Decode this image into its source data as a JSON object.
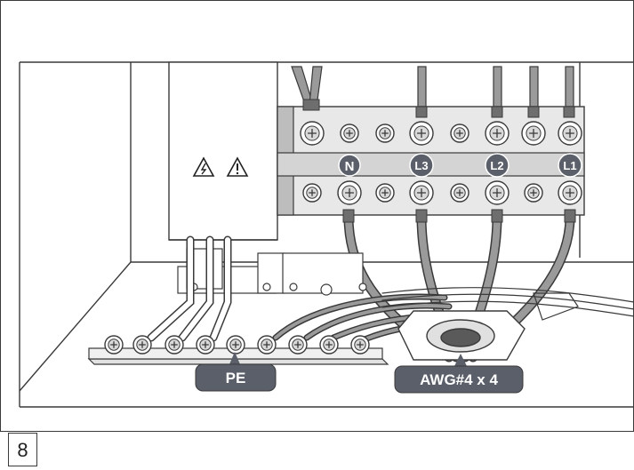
{
  "figure": {
    "number": "8"
  },
  "terminals": {
    "n": "N",
    "l3": "L3",
    "l2": "L2",
    "l1": "L1"
  },
  "callouts": {
    "pe": "PE",
    "awg": "AWG#4 x 4"
  },
  "colors": {
    "line": "#3a3a3a",
    "callout_fill": "#5a5f6a",
    "cable": "#9a9a9a",
    "terminal_body": "#e2e2e2",
    "rail": "#cfcfcf"
  },
  "icons": [
    "electric-shock-warning-icon",
    "general-warning-icon"
  ]
}
